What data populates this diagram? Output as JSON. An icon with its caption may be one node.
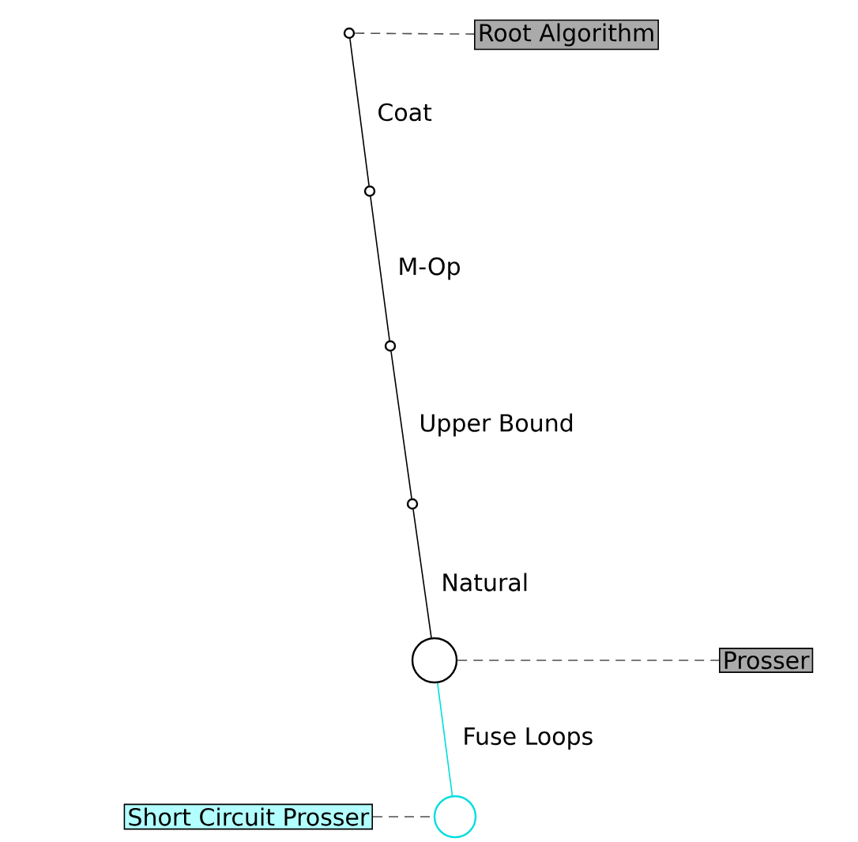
{
  "diagram": {
    "nodes": [
      {
        "text": [],
        "shape": "circle"
      },
      {
        "text": [],
        "shape": "circle"
      },
      {
        "text": [],
        "shape": "circle"
      },
      {
        "text": [],
        "shape": "circle"
      },
      {
        "text": [],
        "shape": "circle"
      },
      {
        "text": [],
        "shape": "circle"
      },
      {
        "text": [
          "Root Algorithm"
        ]
      },
      {
        "text": [
          "Prosser"
        ]
      },
      {
        "text": [
          "Short Circuit Prosser"
        ]
      }
    ],
    "edges": [
      {
        "from": 0,
        "to": 1,
        "arrow": "none",
        "label": "Coat"
      },
      {
        "from": 1,
        "to": 2,
        "arrow": "none",
        "label": "M-Op"
      },
      {
        "from": 2,
        "to": 3,
        "arrow": "none",
        "label": "Upper Bound"
      },
      {
        "from": 3,
        "to": 4,
        "arrow": "none",
        "label": "Natural"
      },
      {
        "from": 4,
        "to": 5,
        "arrow": "none",
        "label": "Fuse Loops",
        "color": "#00dede"
      },
      {
        "from": 0,
        "to": 6,
        "arrow": "none",
        "style": "dashed",
        "color": "#4d4d4d"
      },
      {
        "from": 4,
        "to": 7,
        "arrow": "none",
        "style": "dashed",
        "color": "#4d4d4d"
      },
      {
        "from": 8,
        "to": 5,
        "arrow": "none",
        "style": "dashed",
        "color": "#4d4d4d"
      }
    ]
  }
}
